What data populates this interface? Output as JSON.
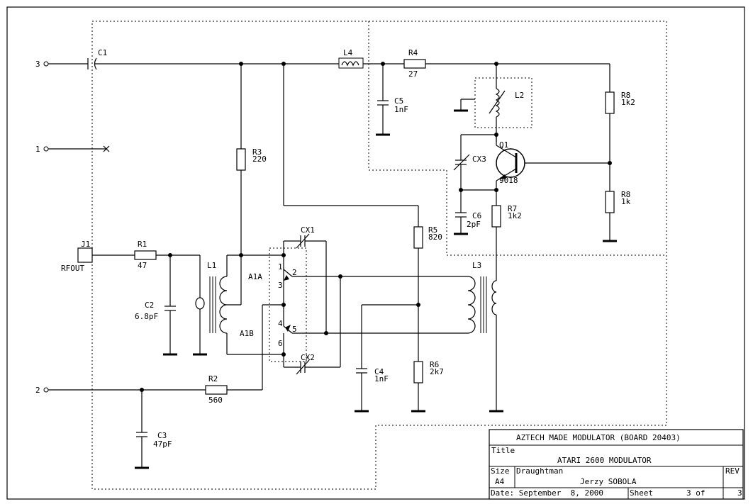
{
  "ports": {
    "p3": "3",
    "p1": "1",
    "p2": "2"
  },
  "components": {
    "c1": "C1",
    "l4": "L4",
    "r4_ref": "R4",
    "r4_val": "27",
    "c5_ref": "C5",
    "c5_val": "1nF",
    "l2": "L2",
    "r8a_ref": "R8",
    "r8a_val": "1k2",
    "r3_ref": "R3",
    "r3_val": "220",
    "q1_ref": "Q1",
    "q1_val": "9018",
    "cx3": "CX3",
    "r8b_ref": "R8",
    "r8b_val": "1k",
    "c6_ref": "C6",
    "c6_val": "2pF",
    "r7_ref": "R7",
    "r7_val": "1k2",
    "j1_ref": "J1",
    "j1_val": "RFOUT",
    "r1_ref": "R1",
    "r1_val": "47",
    "c2_ref": "C2",
    "c2_val": "6.8pF",
    "l1": "L1",
    "cx1": "CX1",
    "r5_ref": "R5",
    "r5_val": "820",
    "a1a": "A1A",
    "a1b": "A1B",
    "l3": "L3",
    "pin1": "1",
    "pin2": "2",
    "pin3": "3",
    "pin4": "4",
    "pin5": "5",
    "pin6": "6",
    "cx2": "CX2",
    "c4_ref": "C4",
    "c4_val": "1nF",
    "r6_ref": "R6",
    "r6_val": "2k7",
    "r2_ref": "R2",
    "r2_val": "560",
    "c3_ref": "C3",
    "c3_val": "47pF"
  },
  "title_block": {
    "header": "AZTECH MADE MODULATOR (BOARD 20403)",
    "title_label": "Title",
    "title_value": "ATARI 2600 MODULATOR",
    "size_label": "Size",
    "size_value": "A4",
    "draughtman_label": "Draughtman",
    "draughtman_value": "Jerzy SOBOLA",
    "rev_label": "REV",
    "rev_value": "",
    "date_text": "Date: September  8, 2000",
    "sheet_label": "Sheet",
    "sheet_value": "3 of",
    "sheet_total": "3"
  }
}
